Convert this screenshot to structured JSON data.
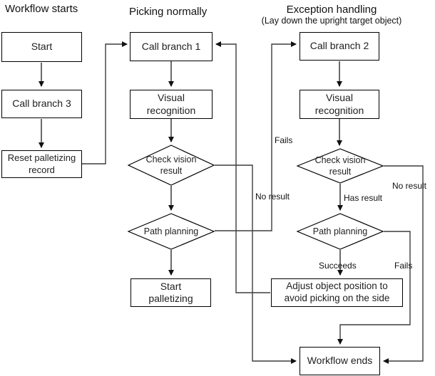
{
  "titles": {
    "workflow_starts": "Workflow starts",
    "picking_normally": "Picking normally",
    "exception_handling": "Exception handling",
    "exception_handling_sub": "(Lay down the upright target object)"
  },
  "nodes": {
    "start": {
      "label": "Start"
    },
    "call_branch_3": {
      "label": "Call branch 3"
    },
    "reset_palletizing": {
      "label": "Reset palletizing\nrecord"
    },
    "call_branch_1": {
      "label": "Call branch 1"
    },
    "visual_recognition_1": {
      "label": "Visual\nrecognition"
    },
    "check_vision_1": {
      "label": "Check vision\nresult"
    },
    "path_planning_1": {
      "label": "Path planning"
    },
    "start_palletizing": {
      "label": "Start\npalletizing"
    },
    "call_branch_2": {
      "label": "Call branch 2"
    },
    "visual_recognition_2": {
      "label": "Visual\nrecognition"
    },
    "check_vision_2": {
      "label": "Check vision\nresult"
    },
    "path_planning_2": {
      "label": "Path planning"
    },
    "adjust_object": {
      "label": "Adjust object position to\navoid picking on the side"
    },
    "workflow_ends": {
      "label": "Workflow ends"
    }
  },
  "edge_labels": {
    "fails_mid": "Fails",
    "no_result_mid": "No result",
    "no_result_right": "No result",
    "has_result": "Has result",
    "succeeds": "Succeeds",
    "fails_right": "Fails"
  },
  "colors": {
    "background": "#ffffff",
    "node_border": "#000000",
    "connector": "#3d3d3d",
    "arrow": "#111111",
    "text": "#1f1f1f"
  }
}
